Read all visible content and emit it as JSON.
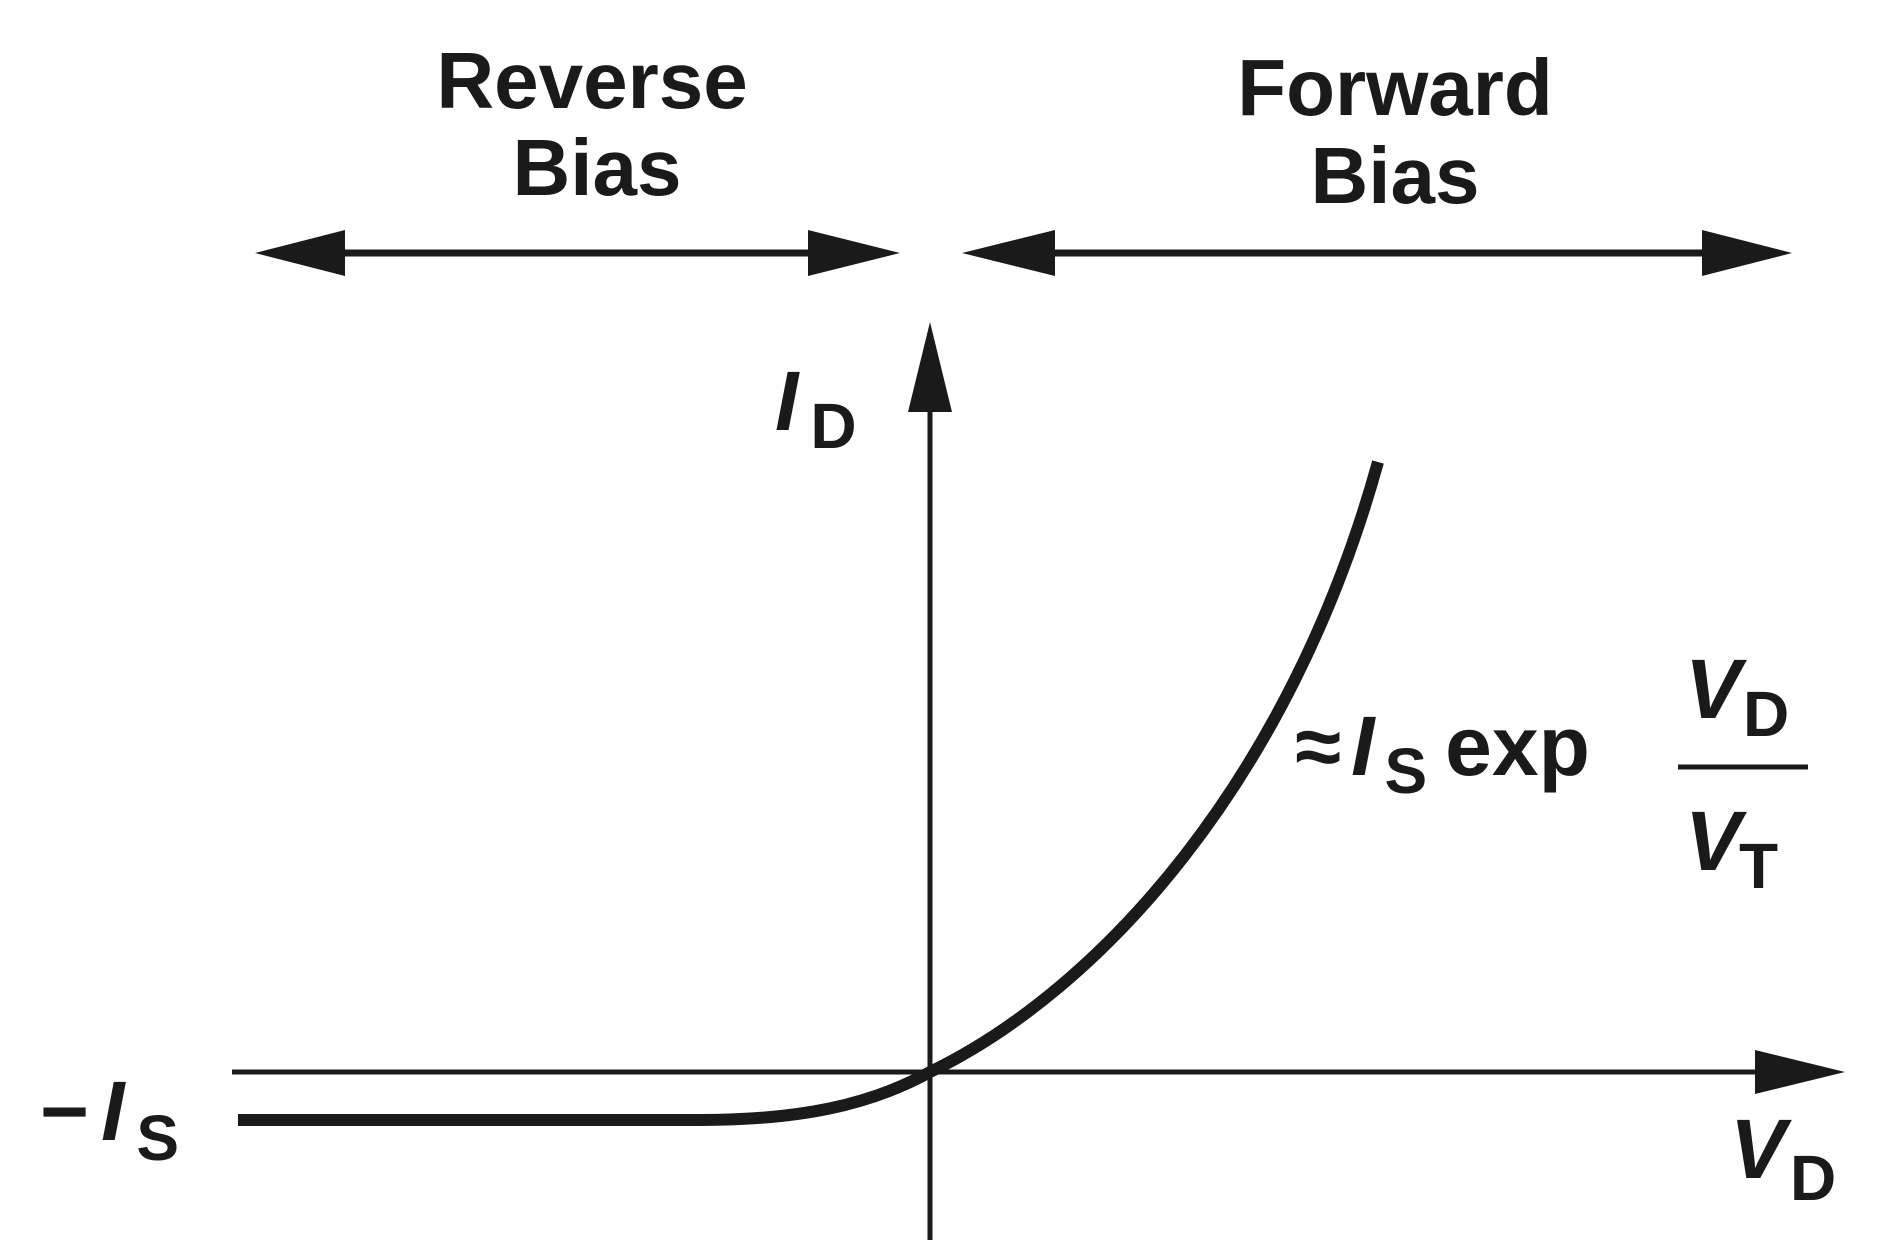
{
  "regions": {
    "reverse": {
      "line1": "Reverse",
      "line2": "Bias"
    },
    "forward": {
      "line1": "Forward",
      "line2": "Bias"
    }
  },
  "axes": {
    "y_label": {
      "symbol": "I",
      "subscript": "D"
    },
    "x_label": {
      "symbol": "V",
      "subscript": "D"
    }
  },
  "saturation_label": {
    "sign": "−",
    "symbol": "I",
    "subscript": "S"
  },
  "equation": {
    "approx": "≈",
    "symbol": "I",
    "subscript": "S",
    "func": "exp",
    "numerator": {
      "symbol": "V",
      "subscript": "D"
    },
    "denominator": {
      "symbol": "V",
      "subscript": "T"
    }
  },
  "colors": {
    "ink": "#1a1a1a",
    "background": "#ffffff"
  }
}
